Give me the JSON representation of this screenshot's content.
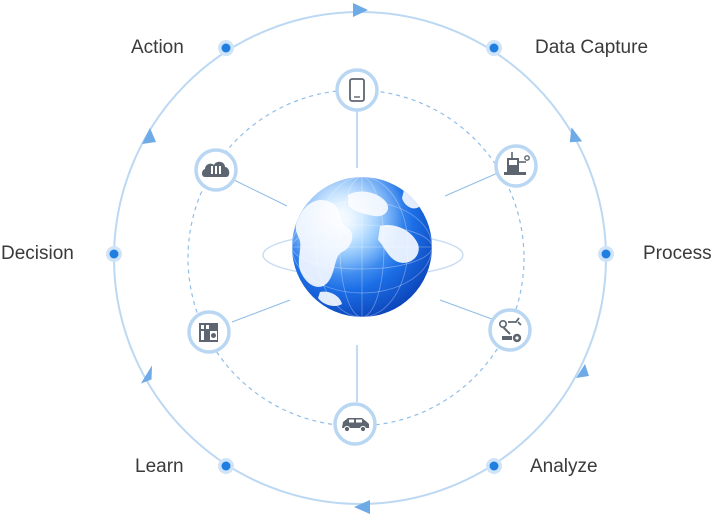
{
  "diagram": {
    "stages": [
      {
        "id": "action",
        "label": "Action"
      },
      {
        "id": "capture",
        "label": "Data Capture"
      },
      {
        "id": "process",
        "label": "Process"
      },
      {
        "id": "analyze",
        "label": "Analyze"
      },
      {
        "id": "learn",
        "label": "Learn"
      },
      {
        "id": "decision",
        "label": "Decision"
      }
    ],
    "icons": [
      {
        "id": "phone",
        "icon": "smartphone-icon"
      },
      {
        "id": "machine",
        "icon": "industrial-machine-icon"
      },
      {
        "id": "robot",
        "icon": "robot-arm-gear-icon"
      },
      {
        "id": "car",
        "icon": "car-icon"
      },
      {
        "id": "factory",
        "icon": "factory-camera-icon"
      },
      {
        "id": "cloud",
        "icon": "cloud-server-icon"
      }
    ],
    "colors": {
      "outer_ring": "#bcd8f3",
      "inner_ring": "#8fbde8",
      "node_dot": "#1f7fe0",
      "node_halo": "#cfe4f8",
      "arrow": "#6eaae6",
      "icon_border": "#b9d7f3",
      "icon_glyph": "#5d6670",
      "globe_light": "#9ed0ff",
      "globe_dark": "#0a49c9",
      "land": "#f4f8ff",
      "label_text": "#3a3a3a"
    }
  }
}
